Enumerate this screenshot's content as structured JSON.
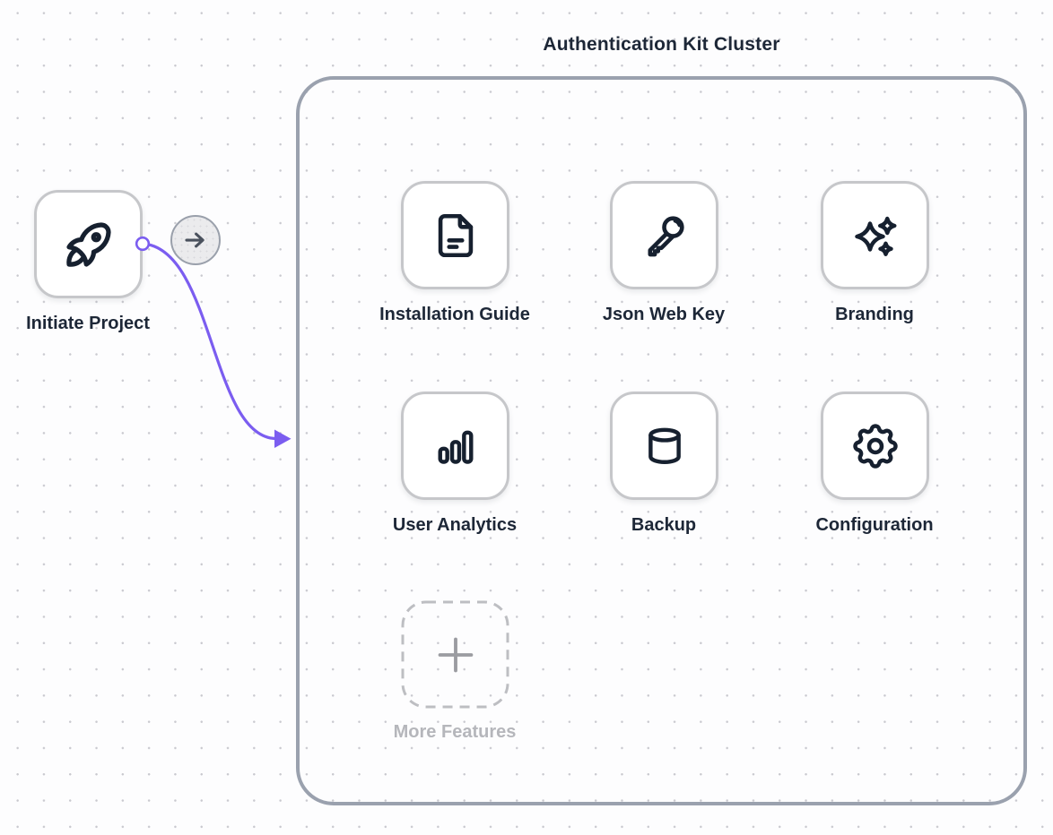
{
  "theme": {
    "edge_color": "#7b5df0",
    "icon_color": "#16202f",
    "label_color": "#1d2737",
    "muted_label_color": "#b5b6bb",
    "cluster_border_color": "#9aa1ae",
    "node_border_color": "#c6c7ca",
    "grid_dot_color": "#c9c9cf",
    "edge_button_arrow_color": "#4a515d"
  },
  "cluster": {
    "title": "Authentication Kit Cluster"
  },
  "nodes": {
    "source": {
      "label": "Initiate Project",
      "icon": "rocket-icon"
    },
    "features": [
      {
        "label": "Installation Guide",
        "icon": "document-icon"
      },
      {
        "label": "Json Web Key",
        "icon": "key-icon"
      },
      {
        "label": "Branding",
        "icon": "sparkles-icon"
      },
      {
        "label": "User Analytics",
        "icon": "bar-chart-icon"
      },
      {
        "label": "Backup",
        "icon": "database-icon"
      },
      {
        "label": "Configuration",
        "icon": "gear-icon"
      }
    ],
    "placeholder": {
      "label": "More Features",
      "icon": "plus-icon"
    }
  },
  "edge": {
    "button_icon": "arrow-right-icon"
  }
}
